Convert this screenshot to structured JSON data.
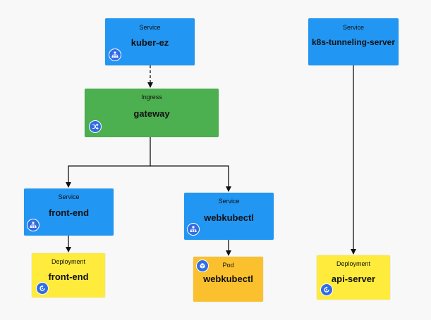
{
  "colors": {
    "service": "#2196f3",
    "ingress": "#4caf50",
    "deployment": "#ffeb3b",
    "pod": "#fbc02d",
    "edge": "#111111"
  },
  "nodes": {
    "kuber_ez": {
      "kind": "Service",
      "name": "kuber-ez",
      "icon": "service-icon"
    },
    "k8s_tunneling_server": {
      "kind": "Service",
      "name": "k8s-tunneling-server"
    },
    "gateway": {
      "kind": "Ingress",
      "name": "gateway",
      "icon": "ingress-icon"
    },
    "front_end_service": {
      "kind": "Service",
      "name": "front-end",
      "icon": "service-icon"
    },
    "webkubectl_service": {
      "kind": "Service",
      "name": "webkubectl",
      "icon": "service-icon"
    },
    "front_end_deployment": {
      "kind": "Deployment",
      "name": "front-end",
      "icon": "deployment-icon"
    },
    "webkubectl_pod": {
      "kind": "Pod",
      "name": "webkubectl",
      "icon": "pod-icon"
    },
    "api_server_deployment": {
      "kind": "Deployment",
      "name": "api-server",
      "icon": "deployment-icon"
    }
  },
  "edges": [
    {
      "from": "kuber_ez",
      "to": "gateway",
      "style": "dashed"
    },
    {
      "from": "gateway",
      "to": "front_end_service",
      "style": "solid"
    },
    {
      "from": "gateway",
      "to": "webkubectl_service",
      "style": "solid"
    },
    {
      "from": "front_end_service",
      "to": "front_end_deployment",
      "style": "solid"
    },
    {
      "from": "webkubectl_service",
      "to": "webkubectl_pod",
      "style": "solid"
    },
    {
      "from": "k8s_tunneling_server",
      "to": "api_server_deployment",
      "style": "solid"
    }
  ]
}
